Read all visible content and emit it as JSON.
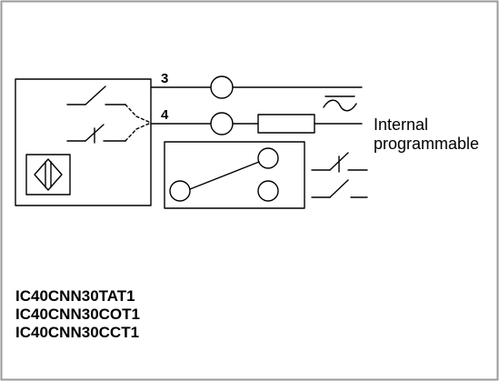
{
  "diagram": {
    "pins": [
      "3",
      "4"
    ],
    "note_lines": [
      "Internal",
      "programmable"
    ],
    "models": [
      "IC40CNN30TAT1",
      "IC40CNN30COT1",
      "IC40CNN30CCT1"
    ]
  },
  "colors": {
    "stroke": "#000000",
    "border": "#9a9a9a",
    "background": "#ffffff"
  },
  "icons": {
    "sensor": "capacitive-sensor-symbol",
    "supply": "ac-dc-supply-symbol",
    "switches": "no-nc-contact-symbols"
  }
}
